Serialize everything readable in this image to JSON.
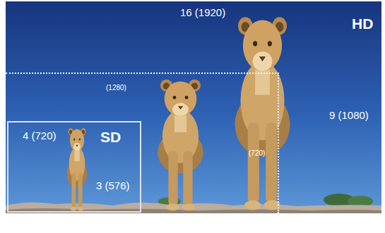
{
  "diagram": {
    "nodes": [
      {
        "text": [
          "16 (1920)",
          "HD",
          "9 (1080)"
        ]
      },
      {
        "text": [
          "(1280)",
          "(720)"
        ],
        "in": 0
      },
      {
        "text": [
          "4 (720)",
          "SD",
          "3 (576)"
        ],
        "in": 1
      }
    ]
  }
}
